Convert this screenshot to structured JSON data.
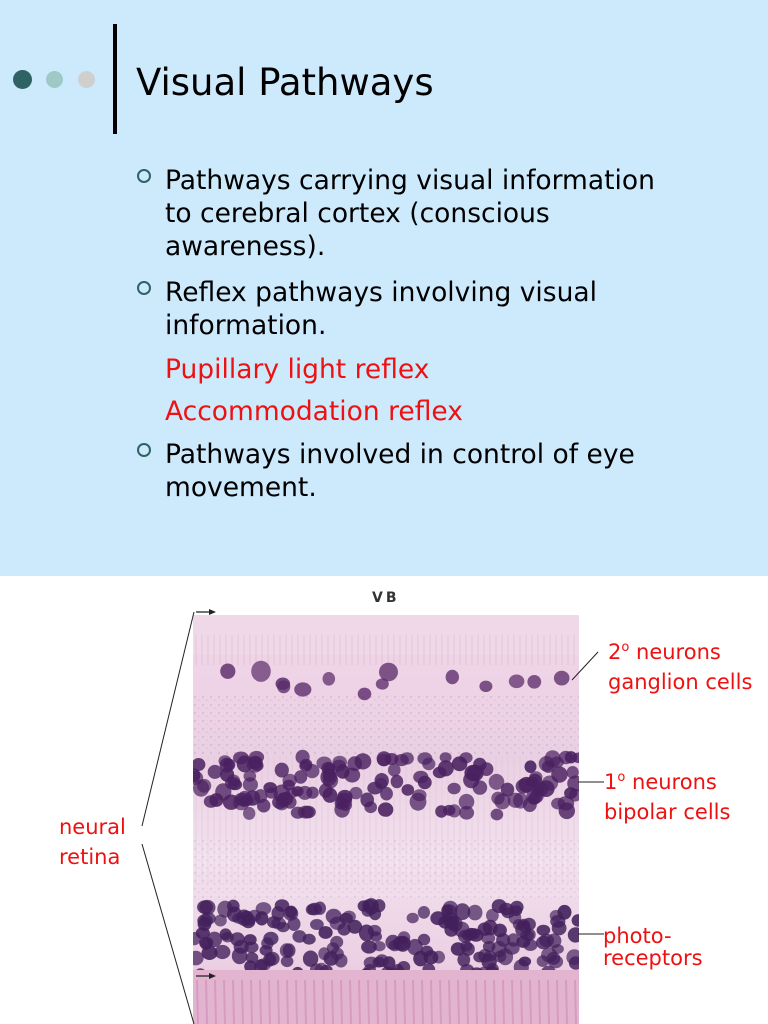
{
  "slide": {
    "title": "Visual Pathways",
    "bullets": [
      {
        "lines": [
          "Pathways carrying visual information",
          "to cerebral cortex (conscious",
          "awareness)."
        ]
      },
      {
        "lines": [
          "Reflex pathways involving visual",
          "information."
        ]
      },
      {
        "lines": [
          "Pathways involved in control of eye",
          "movement."
        ]
      }
    ],
    "sub_items": [
      "Pupillary light reflex",
      "Accommodation reflex"
    ]
  },
  "figure": {
    "top_label": "VB",
    "left_label": [
      "neural",
      "retina"
    ],
    "ganglion": {
      "sup": "o",
      "num": "2",
      "rest": " neurons",
      "line2": "ganglion cells"
    },
    "bipolar": {
      "sup": "o",
      "num": "1",
      "rest": " neurons",
      "line2": "bipolar cells"
    },
    "photo": [
      "photo-",
      "receptors"
    ]
  },
  "colors": {
    "background": "#cdeafd",
    "accent": "#2f6363",
    "label_red": "#ee1111"
  }
}
